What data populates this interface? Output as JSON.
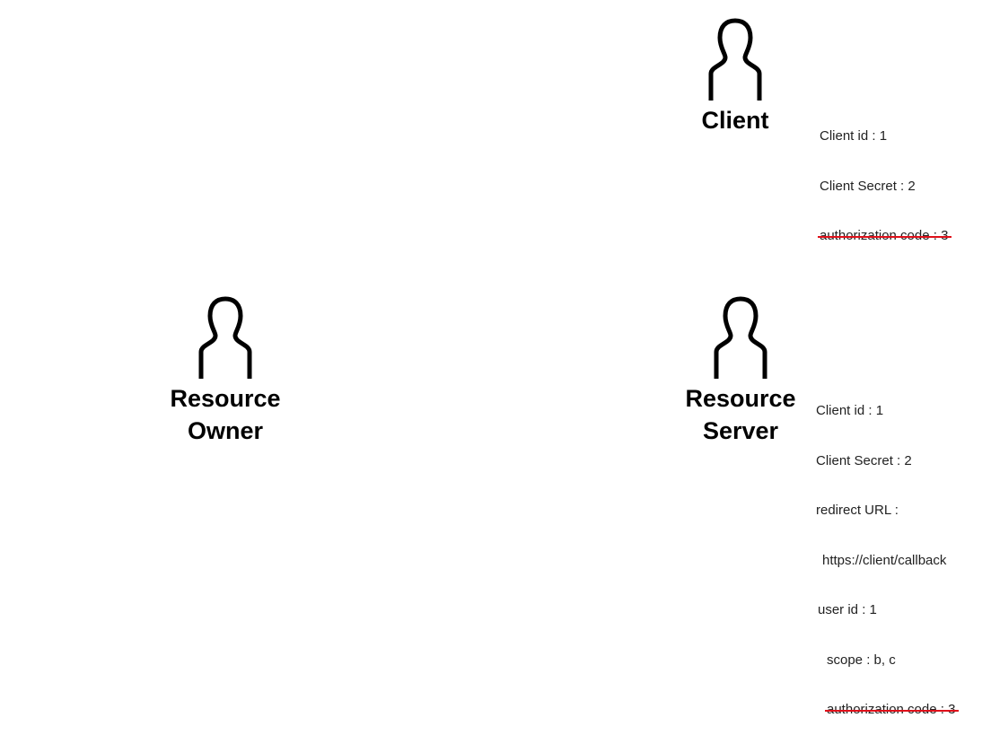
{
  "actors": {
    "client": {
      "label": "Client",
      "icon": "person-icon"
    },
    "resource_owner": {
      "label_line1": "Resource",
      "label_line2": "Owner",
      "icon": "person-icon"
    },
    "resource_server": {
      "label_line1": "Resource",
      "label_line2": "Server",
      "icon": "person-icon"
    }
  },
  "client_info": {
    "client_id": "Client id : 1",
    "client_secret": "Client Secret : 2",
    "authorization_code": "authorization code : 3"
  },
  "server_info": {
    "client_id": "Client id : 1",
    "client_secret": "Client Secret : 2",
    "redirect_url_label": "redirect URL :",
    "redirect_url_value": "https://client/callback",
    "user_id": "user id : 1",
    "scope": "scope : b, c",
    "authorization_code": "authorization code : 3"
  },
  "colors": {
    "icon": "#000000",
    "strike": "#e0101a"
  }
}
